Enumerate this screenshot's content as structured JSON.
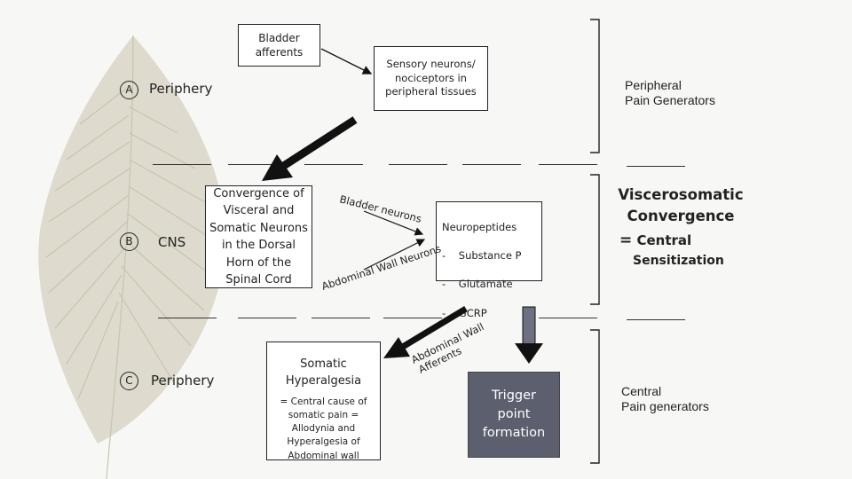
{
  "boxes": {
    "bladder_afferents": "Bladder\nafferents",
    "sensory_neurons": "Sensory neurons/\nnociceptors in\nperipheral tissues",
    "convergence": "Convergence of\nVisceral and\nSomatic Neurons\nin the Dorsal\nHorn of the\nSpinal Cord",
    "neuropeptides": {
      "title": "Neuropeptides",
      "items": [
        "Substance P",
        "Glutamate",
        "GCRP"
      ]
    },
    "somatic_hyperalgesia": {
      "title": "Somatic\nHyperalgesia",
      "body": "= Central cause of\nsomatic pain =\nAllodynia and\nHyperalgesia of\nAbdominal wall"
    },
    "trigger_point": "Trigger\npoint\nformation"
  },
  "rows": {
    "a": {
      "marker": "A",
      "label": "Periphery"
    },
    "b": {
      "marker": "B",
      "label": "CNS"
    },
    "c": {
      "marker": "C",
      "label": "Periphery"
    }
  },
  "curved_labels": {
    "bladder_neurons": "Bladder neurons",
    "abdominal_wall_neurons": "Abdominal Wall Neurons",
    "abdominal_wall_afferents_1": "Abdominal Wall",
    "abdominal_wall_afferents_2": "Afferents"
  },
  "right_labels": {
    "peripheral_generators": "Peripheral\nPain Generators",
    "viscerosomatic": "Viscerosomatic\nConvergence",
    "central_sensitization_1": "= Central",
    "central_sensitization_2": "Sensitization",
    "central_generators": "Central\nPain generators"
  },
  "colors": {
    "trigger_box": "#5b5f6e",
    "feather": "#d6d2c0",
    "arrow": "#111111"
  }
}
